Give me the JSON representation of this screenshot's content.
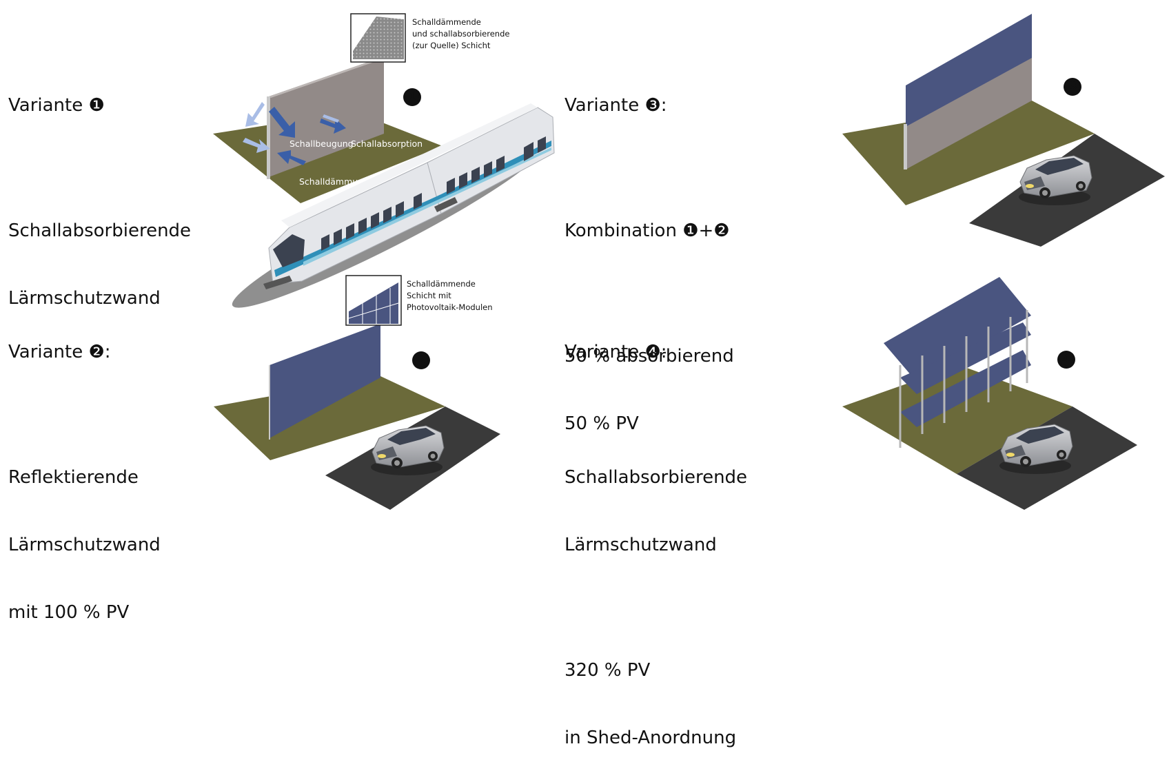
{
  "variant1": {
    "heading": "Variante ❶",
    "description_lines": [
      "Schallabsorbierende",
      "Lärmschutzwand"
    ],
    "marker": "❶",
    "inset_label_lines": [
      "Schalldämmende",
      "und schallabsorbierende",
      "(zur Quelle) Schicht"
    ],
    "arrow_labels": {
      "diffraction": "Schallbeugung",
      "absorption": "Schallabsorption",
      "insulation": "Schalldämmung"
    }
  },
  "variant2": {
    "heading": "Variante ❷:",
    "description_lines": [
      "Reflektierende",
      "Lärmschutzwand",
      "mit 100 % PV"
    ],
    "marker": "❷",
    "inset_label_lines": [
      "Schalldämmende",
      "Schicht mit",
      "Photovoltaik-Modulen"
    ]
  },
  "variant3": {
    "heading": "Variante ❸:",
    "combination": "Kombination ❶+❷",
    "description_lines": [
      "50 % absorbierend",
      "50 % PV"
    ],
    "marker": "❸"
  },
  "variant4": {
    "heading": "Variante ❹:",
    "description_lines": [
      "Schallabsorbierende",
      "Lärmschutzwand"
    ],
    "extra_lines": [
      "320 % PV",
      "in Shed-Anordnung"
    ],
    "marker": "❹"
  },
  "colors": {
    "ground": "#6b6a3a",
    "road": "#3a3a3a",
    "absorbing_wall": "#928a88",
    "pv_panel": "#4a5580",
    "arrow": "#3a5fa8",
    "train_stripe": "#2f8fb8"
  },
  "icons": [
    "wall-icon",
    "pv-wall-icon",
    "car-icon",
    "train-icon",
    "arrow-icon"
  ]
}
